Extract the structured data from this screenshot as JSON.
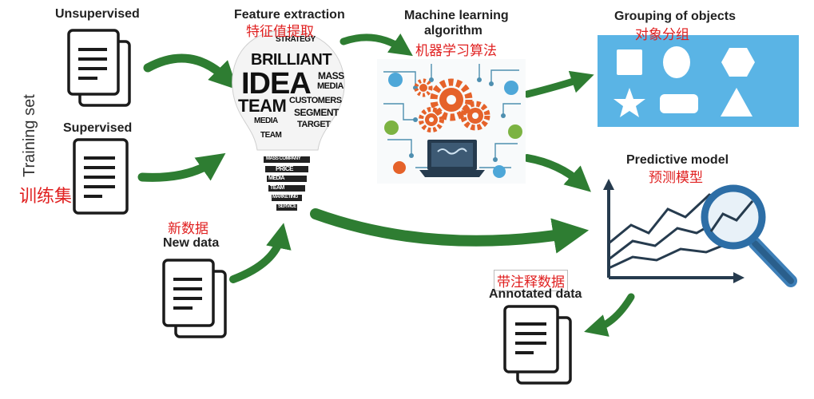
{
  "labels": {
    "unsupervised": "Unsupervised",
    "supervised": "Supervised",
    "training_set": "Training set",
    "training_set_zh": "训练集",
    "feature_extraction": "Feature extraction",
    "feature_extraction_zh": "特征值提取",
    "ml_line1": "Machine learning",
    "ml_line2": "algorithm",
    "ml_zh": "机器学习算法",
    "grouping": "Grouping of objects",
    "grouping_zh": "对象分组",
    "predictive": "Predictive model",
    "predictive_zh": "预测模型",
    "new_data_zh": "新数据",
    "new_data": "New data",
    "annotated_zh": "带注释数据",
    "annotated": "Annotated data"
  },
  "bulb_words": {
    "strategy": "STRATEGY",
    "brilliant": "BRILLIANT",
    "idea": "IDEA",
    "mass": "MASS",
    "media": "MEDIA",
    "team": "TEAM",
    "customers": "CUSTOMERS",
    "segment": "SEGMENT",
    "target": "TARGET",
    "price": "PRICE",
    "marketing": "MARKETING",
    "service": "SERVICE",
    "company": "MASS COMPANY"
  },
  "colors": {
    "arrow_green": "#2e7d32",
    "grouping_bg": "#5ab4e5",
    "accent_red": "#e02020",
    "gear_orange": "#e5622a",
    "magnifier_blue": "#3d7fb8",
    "dark_navy": "#263b4e"
  },
  "icons": {
    "document": "document-stack-icon",
    "bulb": "lightbulb-word-cloud-icon",
    "gears": "gears-circuit-icon",
    "shapes": "shapes-panel-icon",
    "chart": "line-chart-magnifier-icon"
  }
}
